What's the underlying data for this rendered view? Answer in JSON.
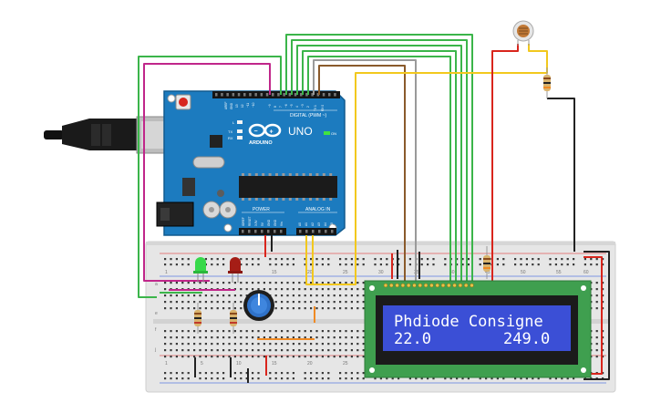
{
  "arduino": {
    "brand": "ARDUINO",
    "model": "UNO",
    "digital_label": "DIGITAL (PWM ~)",
    "power_label": "POWER",
    "analog_label": "ANALOG IN",
    "on_label": "ON",
    "tx_label": "TX",
    "rx_label": "RX",
    "l_label": "L",
    "power_pins": [
      "IOREF",
      "RESET",
      "3.3V",
      "5V",
      "GND",
      "GND",
      "Vin"
    ],
    "analog_pins": [
      "A0",
      "A1",
      "A2",
      "A3",
      "A4",
      "A5"
    ],
    "top_pins": [
      "AREF",
      "GND",
      "13",
      "12",
      "~11",
      "~10",
      "~9",
      "8",
      "7",
      "~6",
      "~5",
      "4",
      "~3",
      "2",
      "TX 1",
      "RX 0"
    ]
  },
  "lcd": {
    "line1": "Phdiode Consigne",
    "line2_left": "22.0",
    "line2_right": "249.0"
  },
  "breadboard": {
    "column_numbers": [
      "1",
      "5",
      "10",
      "15",
      "20",
      "25",
      "30",
      "35",
      "40",
      "45",
      "50",
      "55",
      "60"
    ],
    "row_letters": [
      "a",
      "b",
      "c",
      "d",
      "e",
      "f",
      "g",
      "h",
      "i",
      "j"
    ]
  },
  "colors": {
    "board_blue": "#1c7bbf",
    "breadboard": "#e4e4e4",
    "lcd_pcb": "#3f9f4f",
    "lcd_screen": "#3b4fd6",
    "wire_green": "#3bb54a",
    "wire_magenta": "#c0268a",
    "wire_yellow": "#f2c81d",
    "wire_brown": "#8a5a2b",
    "wire_gray": "#9a9a9a",
    "wire_red": "#d9251c",
    "wire_black": "#222222",
    "wire_orange": "#f08a24"
  }
}
